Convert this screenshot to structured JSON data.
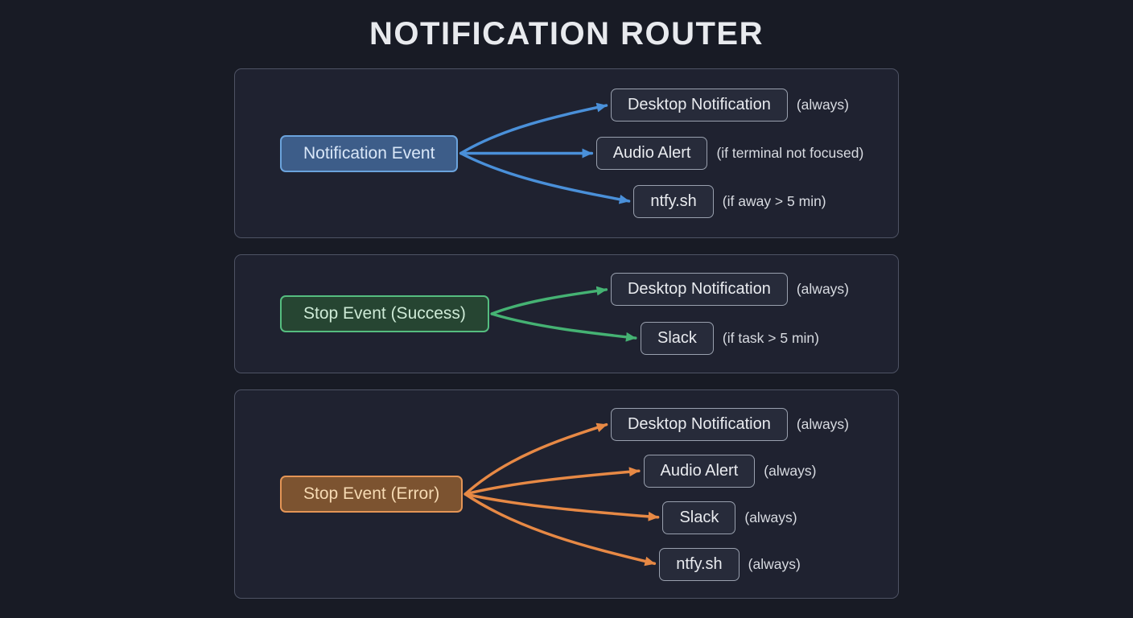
{
  "title": "NOTIFICATION ROUTER",
  "colors": {
    "background": "#181b25",
    "panel_fill": "#1f2230",
    "panel_border": "#4e5364",
    "node_fill": "#272b3a",
    "node_border": "#99a0ae",
    "node_text": "#e9ebef",
    "condition_text": "#d8dbe1",
    "title_text": "#e8eaee",
    "blue": "#4a90d9",
    "blue_border": "#6ba3dc",
    "blue_fill": "#3d5d89",
    "blue_text": "#d9e7f8",
    "green": "#45b273",
    "green_border": "#55bd7f",
    "green_fill": "#264532",
    "green_text": "#cdead6",
    "orange": "#e78945",
    "orange_border": "#e49556",
    "orange_fill": "#7c5330",
    "orange_text": "#f6dab3"
  },
  "panels": [
    {
      "source": "Notification Event",
      "color": "blue",
      "targets": [
        {
          "label": "Desktop Notification",
          "condition": "(always)"
        },
        {
          "label": "Audio Alert",
          "condition": "(if terminal not focused)"
        },
        {
          "label": "ntfy.sh",
          "condition": "(if away > 5 min)"
        }
      ]
    },
    {
      "source": "Stop Event (Success)",
      "color": "green",
      "targets": [
        {
          "label": "Desktop Notification",
          "condition": "(always)"
        },
        {
          "label": "Slack",
          "condition": "(if task > 5 min)"
        }
      ]
    },
    {
      "source": "Stop Event (Error)",
      "color": "orange",
      "targets": [
        {
          "label": "Desktop Notification",
          "condition": "(always)"
        },
        {
          "label": "Audio Alert",
          "condition": "(always)"
        },
        {
          "label": "Slack",
          "condition": "(always)"
        },
        {
          "label": "ntfy.sh",
          "condition": "(always)"
        }
      ]
    }
  ]
}
